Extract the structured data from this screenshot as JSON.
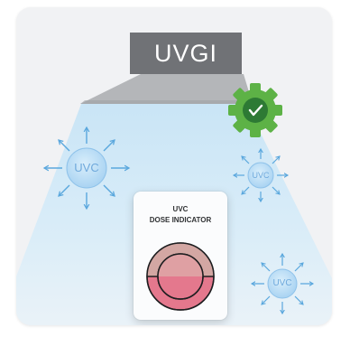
{
  "lamp": {
    "label": "UVGI"
  },
  "emitters": [
    {
      "label": "UVC"
    },
    {
      "label": "UVC"
    },
    {
      "label": "UVC"
    }
  ],
  "dose_indicator": {
    "title_line1": "UVC",
    "title_line2": "DOSE INDICATOR"
  },
  "colors": {
    "lamp": "#707276",
    "lamp_base": "#b4b6b9",
    "light": "#c9e6f7",
    "uvc_circle": "#bfe0f6",
    "arrow": "#5aa7dd",
    "gear": "#5db246",
    "gear_center": "#2d7a34",
    "indicator_top": "#d3a7a3",
    "indicator_bottom": "#e4788d"
  },
  "icons": [
    "gear-check-icon",
    "arrow-icon"
  ]
}
